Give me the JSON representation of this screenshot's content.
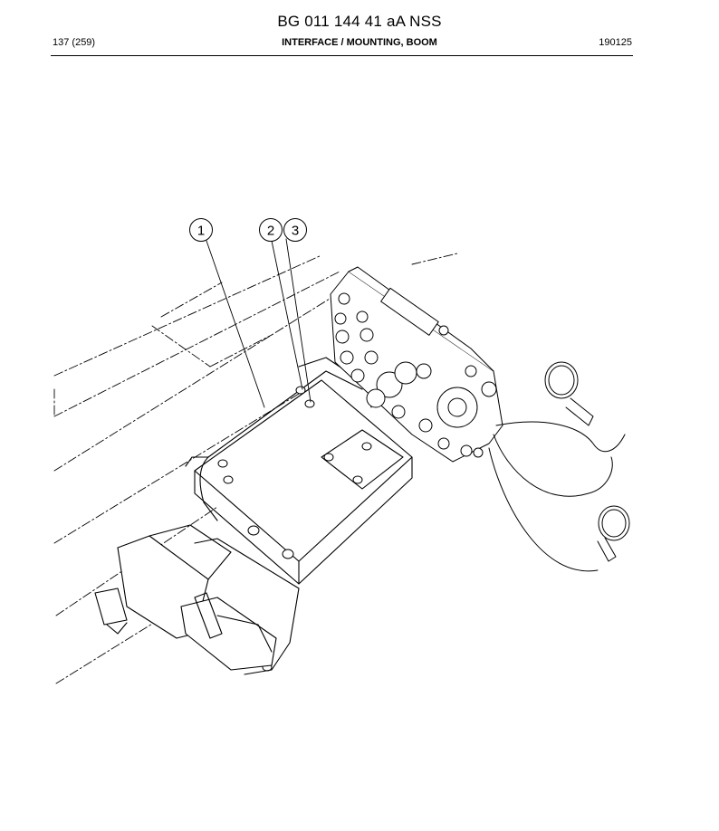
{
  "header": {
    "title": "BG 011 144 41 aA NSS",
    "page": "137 (259)",
    "section": "INTERFACE / MOUNTING, BOOM",
    "code": "190125"
  },
  "callouts": [
    {
      "label": "1"
    },
    {
      "label": "2"
    },
    {
      "label": "3"
    }
  ]
}
